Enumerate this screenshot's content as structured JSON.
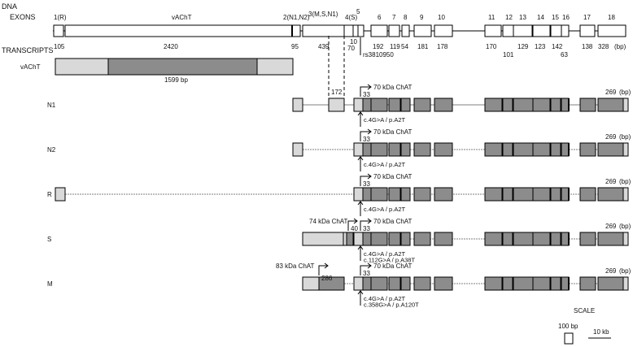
{
  "labels": {
    "dna": "DNA",
    "exons": "EXONS",
    "transcripts": "TRANSCRIPTS",
    "bp_unit": "(bp)",
    "scale": "SCALE",
    "scale_small": "100 bp",
    "scale_large": "10 kb"
  },
  "exons": [
    {
      "name": "1(R)",
      "size": "105"
    },
    {
      "name": "vAChT",
      "size": "2420"
    },
    {
      "name": "2(N1,N2)",
      "size": "95"
    },
    {
      "name": "3(M,S,N1)",
      "size": "439"
    },
    {
      "name": "4(S)",
      "size": "70"
    },
    {
      "name": "5",
      "size": "10"
    },
    {
      "name": "6",
      "size": "192"
    },
    {
      "name": "7",
      "size": "119"
    },
    {
      "name": "8",
      "size": "54"
    },
    {
      "name": "9",
      "size": "181"
    },
    {
      "name": "10",
      "size": "178"
    },
    {
      "name": "11",
      "size": "170"
    },
    {
      "name": "12",
      "size": "101"
    },
    {
      "name": "13",
      "size": "129"
    },
    {
      "name": "14",
      "size": "123"
    },
    {
      "name": "15",
      "size": "142"
    },
    {
      "name": "16",
      "size": "63"
    },
    {
      "name": "17",
      "size": "138"
    },
    {
      "name": "18",
      "size": "328"
    }
  ],
  "exon_size_unit": "(bp)",
  "snp": "rs3810950",
  "vacht": {
    "name": "vAChT",
    "length": "1599 bp"
  },
  "transcripts": [
    {
      "name": "N1",
      "utr_length": "172",
      "start_offset": "33",
      "protein": "70 kDa ChAT",
      "end_length": "269",
      "mutations": [
        "c.4G>A / p.A2T"
      ]
    },
    {
      "name": "N2",
      "start_offset": "33",
      "protein": "70 kDa ChAT",
      "end_length": "269",
      "mutations": [
        "c.4G>A / p.A2T"
      ]
    },
    {
      "name": "R",
      "start_offset": "33",
      "protein": "70 kDa ChAT",
      "end_length": "269",
      "mutations": [
        "c.4G>A / p.A2T"
      ]
    },
    {
      "name": "S",
      "alt_protein": "74 kDa ChAT",
      "alt_offset": "40",
      "start_offset": "33",
      "protein": "70 kDa ChAT",
      "end_length": "269",
      "mutations": [
        "c.4G>A / p.A2T",
        "c.112G>A / p.A38T"
      ]
    },
    {
      "name": "M",
      "alt_protein": "83 kDa ChAT",
      "alt_offset": "286",
      "start_offset": "33",
      "protein": "70 kDa ChAT",
      "end_length": "269",
      "mutations": [
        "c.4G>A / p.A2T",
        "c.358G>A / p.A120T"
      ]
    }
  ],
  "colors": {
    "light_exon": "#d9d9d9",
    "dark_exon": "#8c8c8c",
    "line": "#000000"
  }
}
